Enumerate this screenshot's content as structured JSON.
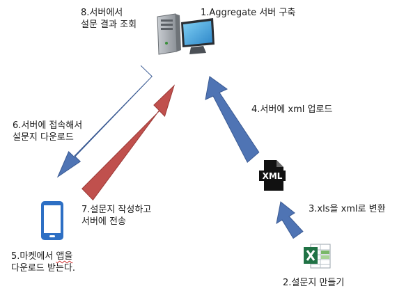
{
  "steps": {
    "step1": "1.Aggregate 서버 구축",
    "step2": "2.설문지 만들기",
    "step3": "3.xls을 xml로 변환",
    "step4": "4.서버에 xml 업로드",
    "step5": {
      "line1_pre": "5.마켓에서 ",
      "line1_squiggle": "앱을",
      "line2": "다운로드 받는다."
    },
    "step6": {
      "line1": "6.서버에 접속해서",
      "line2": "설문지 다운로드"
    },
    "step7": {
      "line1": "7.설문지 작성하고",
      "line2": "서버에 전송"
    },
    "step8": {
      "line1": "8.서버에서",
      "line2": "설문 결과 조회"
    }
  },
  "xml_icon_text": "XML",
  "colors": {
    "blue_arrow": "#4f74b4",
    "red_arrow": "#c0504d",
    "phone_blue": "#2d6fc4",
    "excel_green": "#207245"
  }
}
